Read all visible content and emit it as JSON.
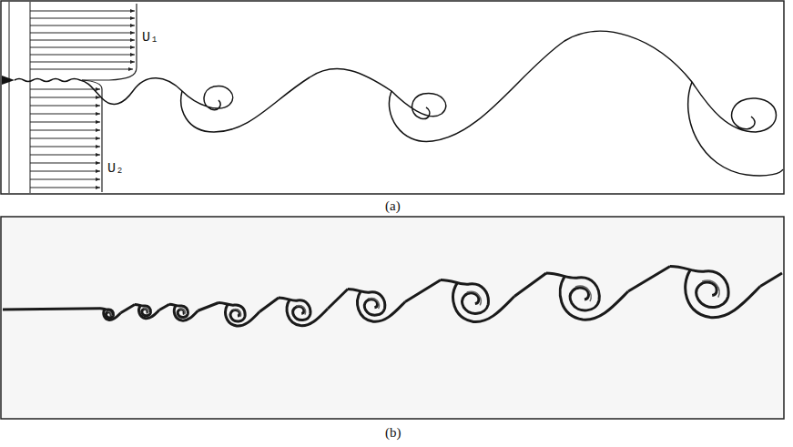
{
  "diagram": {
    "labels": [
      "U₁",
      "U₂",
      "(a)",
      "(b)"
    ]
  }
}
